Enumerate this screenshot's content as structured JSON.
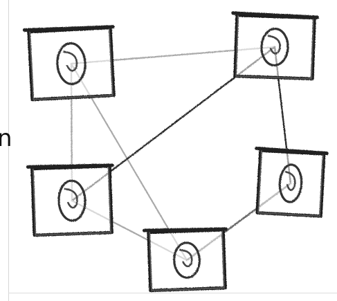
{
  "edge_text": "n",
  "diagram": {
    "type": "undirected-graph-sketch",
    "nodes": [
      {
        "id": "top-left"
      },
      {
        "id": "top-right"
      },
      {
        "id": "middle-left"
      },
      {
        "id": "middle-right"
      },
      {
        "id": "bottom-center"
      }
    ],
    "edges": [
      {
        "from": "top-left",
        "to": "top-right",
        "stroke": "light"
      },
      {
        "from": "top-left",
        "to": "middle-left",
        "stroke": "light"
      },
      {
        "from": "top-left",
        "to": "bottom-center",
        "stroke": "light"
      },
      {
        "from": "top-right",
        "to": "middle-left",
        "stroke": "dark"
      },
      {
        "from": "top-right",
        "to": "middle-right",
        "stroke": "dark"
      },
      {
        "from": "middle-left",
        "to": "bottom-center",
        "stroke": "light"
      },
      {
        "from": "middle-right",
        "to": "bottom-center",
        "stroke": "medium"
      }
    ],
    "colors": {
      "ink_dark": "#2a2a2a",
      "ink_mid": "#6a6a6a",
      "ink_light": "#a9a9a9",
      "background": "#ffffff"
    }
  }
}
